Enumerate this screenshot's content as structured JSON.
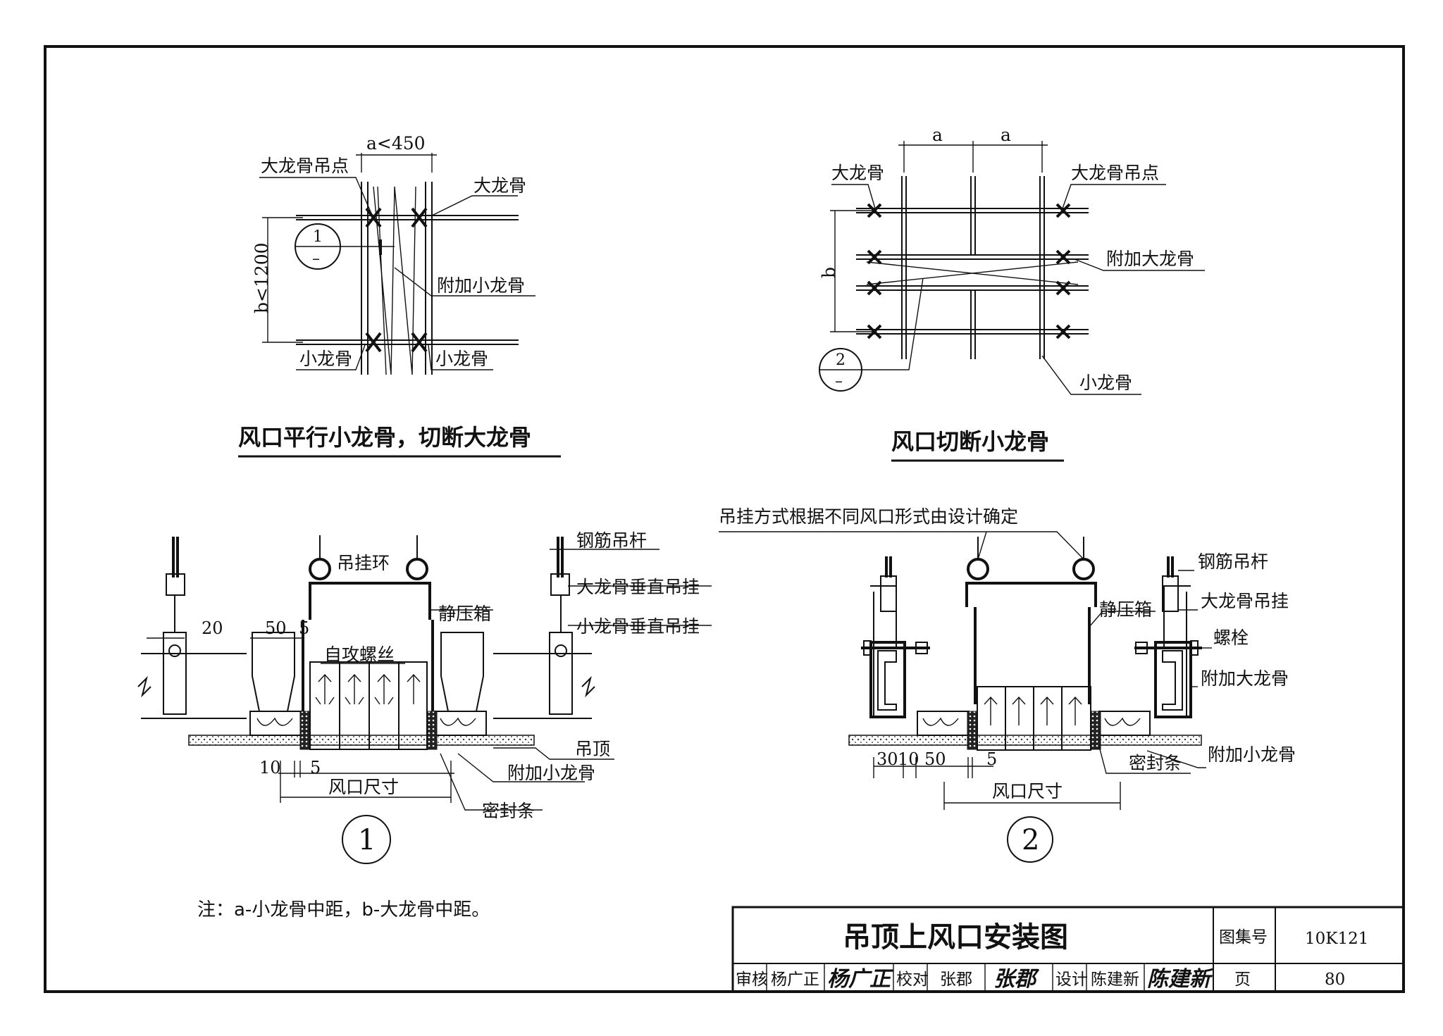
{
  "top_left": {
    "title": "风口平行小龙骨，切断大龙骨",
    "dim_a": "a<450",
    "dim_b": "b<1200",
    "label_main_hanger": "大龙骨吊点",
    "label_main_keel": "大龙骨",
    "label_extra_small_keel": "附加小龙骨",
    "label_small_keel_left": "小龙骨",
    "label_small_keel_right": "小龙骨",
    "ref_num": "1",
    "ref_den": "–"
  },
  "top_right": {
    "title": "风口切断小龙骨",
    "dim_a1": "a",
    "dim_a2": "a",
    "dim_b": "b",
    "label_main_keel": "大龙骨",
    "label_main_hanger": "大龙骨吊点",
    "label_extra_main_keel": "附加大龙骨",
    "label_small_keel": "小龙骨",
    "ref_num": "2",
    "ref_den": "–"
  },
  "section1": {
    "circle_label": "1",
    "label_hang_ring": "吊挂环",
    "label_rebar_rod": "钢筋吊杆",
    "label_main_vertical": "大龙骨垂直吊挂",
    "label_static_box": "静压箱",
    "label_small_vertical": "小龙骨垂直吊挂",
    "label_screw": "自攻螺丝",
    "label_ceiling": "吊顶",
    "label_extra_small_keel": "附加小龙骨",
    "label_seal": "密封条",
    "label_outlet_size": "风口尺寸",
    "dim_20": "20",
    "dim_50": "50",
    "dim_5_top": "5",
    "dim_10": "10",
    "dim_5_bottom": "5"
  },
  "section2": {
    "circle_label": "2",
    "label_hang_method": "吊挂方式根据不同风口形式由设计确定",
    "label_rebar_rod": "钢筋吊杆",
    "label_main_hang": "大龙骨吊挂",
    "label_static_box": "静压箱",
    "label_bolt": "螺栓",
    "label_extra_main_keel": "附加大龙骨",
    "label_extra_small_keel": "附加小龙骨",
    "label_seal": "密封条",
    "label_outlet_size": "风口尺寸",
    "dim_30": "30",
    "dim_10": "10",
    "dim_50": "50",
    "dim_5": "5"
  },
  "note": "注：a-小龙骨中距，b-大龙骨中距。",
  "title_block": {
    "title": "吊顶上风口安装图",
    "atlas_label": "图集号",
    "atlas_value": "10K121",
    "page_label": "页",
    "page_value": "80",
    "review_label": "审核",
    "reviewer": "杨广正",
    "reviewer_sig": "杨广正",
    "check_label": "校对",
    "checker": "张郡",
    "checker_sig": "张郡",
    "design_label": "设计",
    "designer": "陈建新",
    "designer_sig": "陈建新"
  }
}
